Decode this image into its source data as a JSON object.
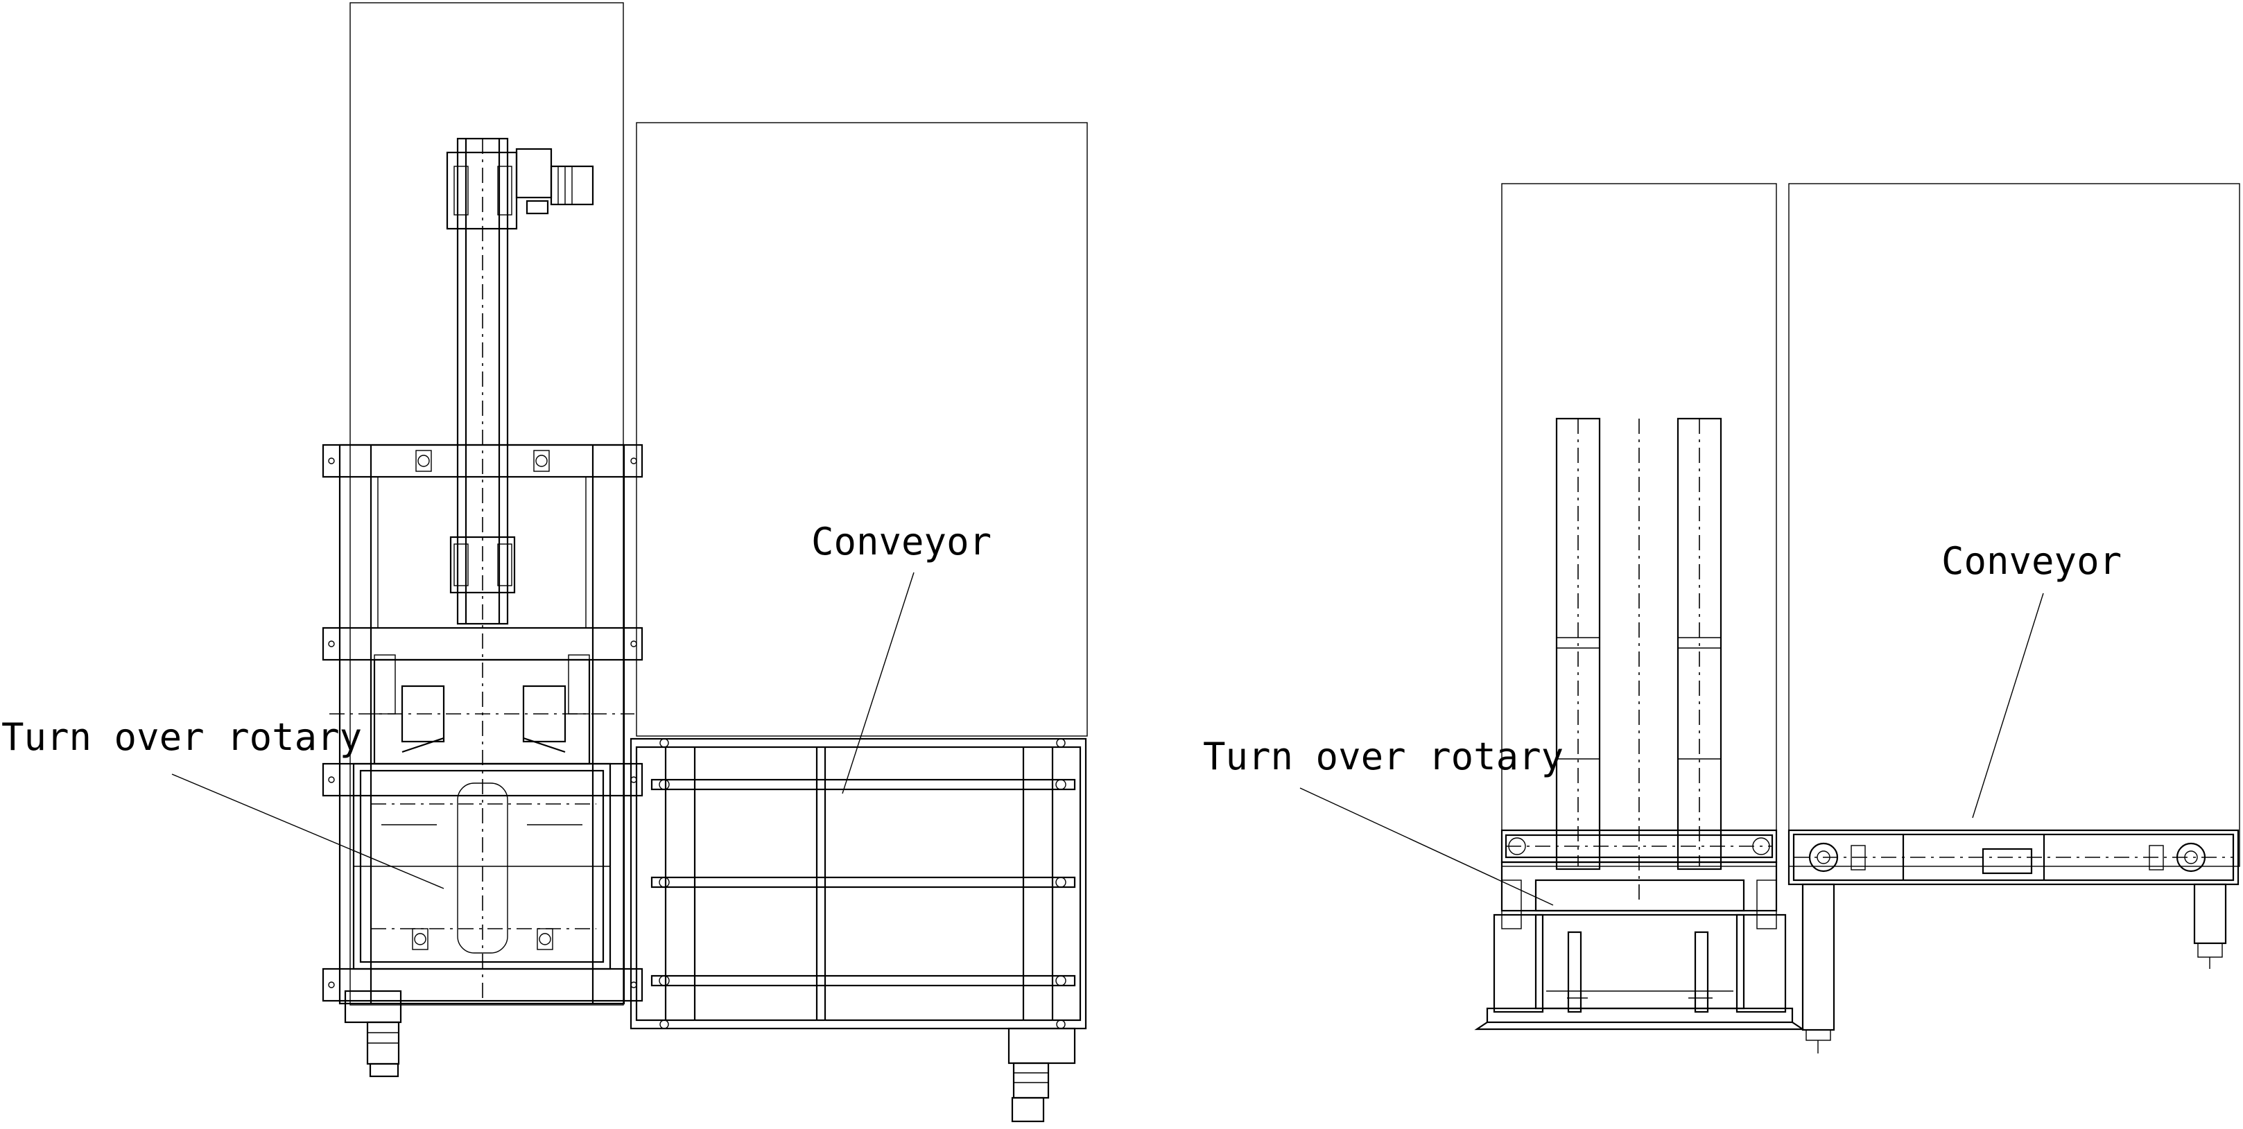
{
  "labels": {
    "left_turnover": "Turn over rotary",
    "left_conveyor": "Conveyor",
    "right_turnover": "Turn over rotary",
    "right_conveyor": "Conveyor"
  }
}
